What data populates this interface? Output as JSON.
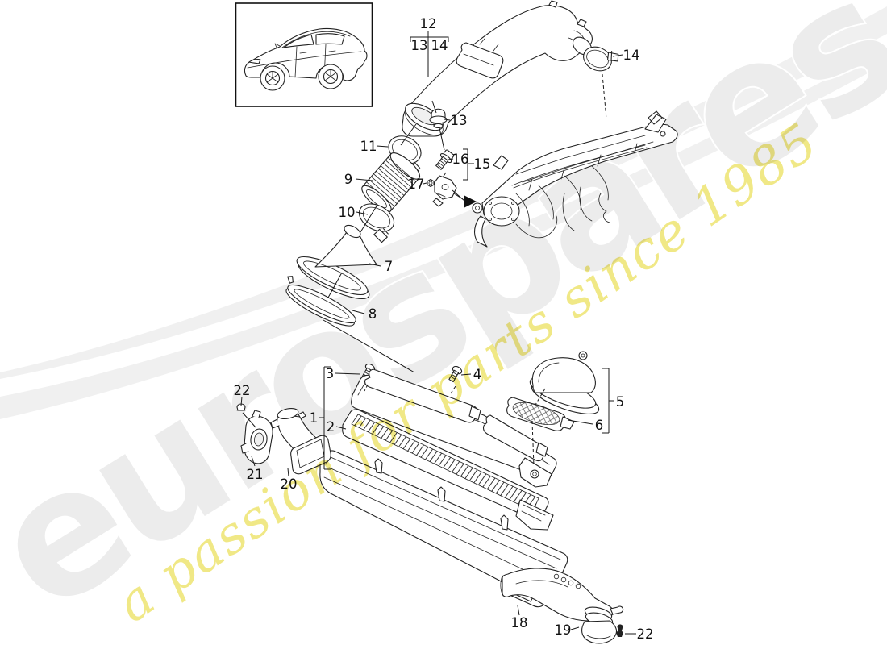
{
  "watermark": {
    "brand": "eurospares",
    "tagline": "a passion for parts since 1985"
  },
  "colors": {
    "brand_watermark": "#ececec",
    "tagline": "#ebe05e",
    "line": "#222222",
    "label": "#111111"
  },
  "icons": {
    "vehicle_thumbnail": "car-side-view-icon"
  },
  "callouts": {
    "group12": "12",
    "group13": "13",
    "group14": "14",
    "clamp14": "14",
    "grommet13": "13",
    "clamp11": "11",
    "hose9": "9",
    "clamp10": "10",
    "bolt16": "16",
    "bracket15": "15",
    "nut17": "17",
    "funnel7": "7",
    "seal8": "8",
    "screw3": "3",
    "screw4": "4",
    "assembly1": "1",
    "filter2": "2",
    "cup5": "5",
    "pad6": "6",
    "fastener22_left": "22",
    "scoop21": "21",
    "duct20": "20",
    "duct18": "18",
    "bell19": "19",
    "fastener22_right": "22"
  }
}
